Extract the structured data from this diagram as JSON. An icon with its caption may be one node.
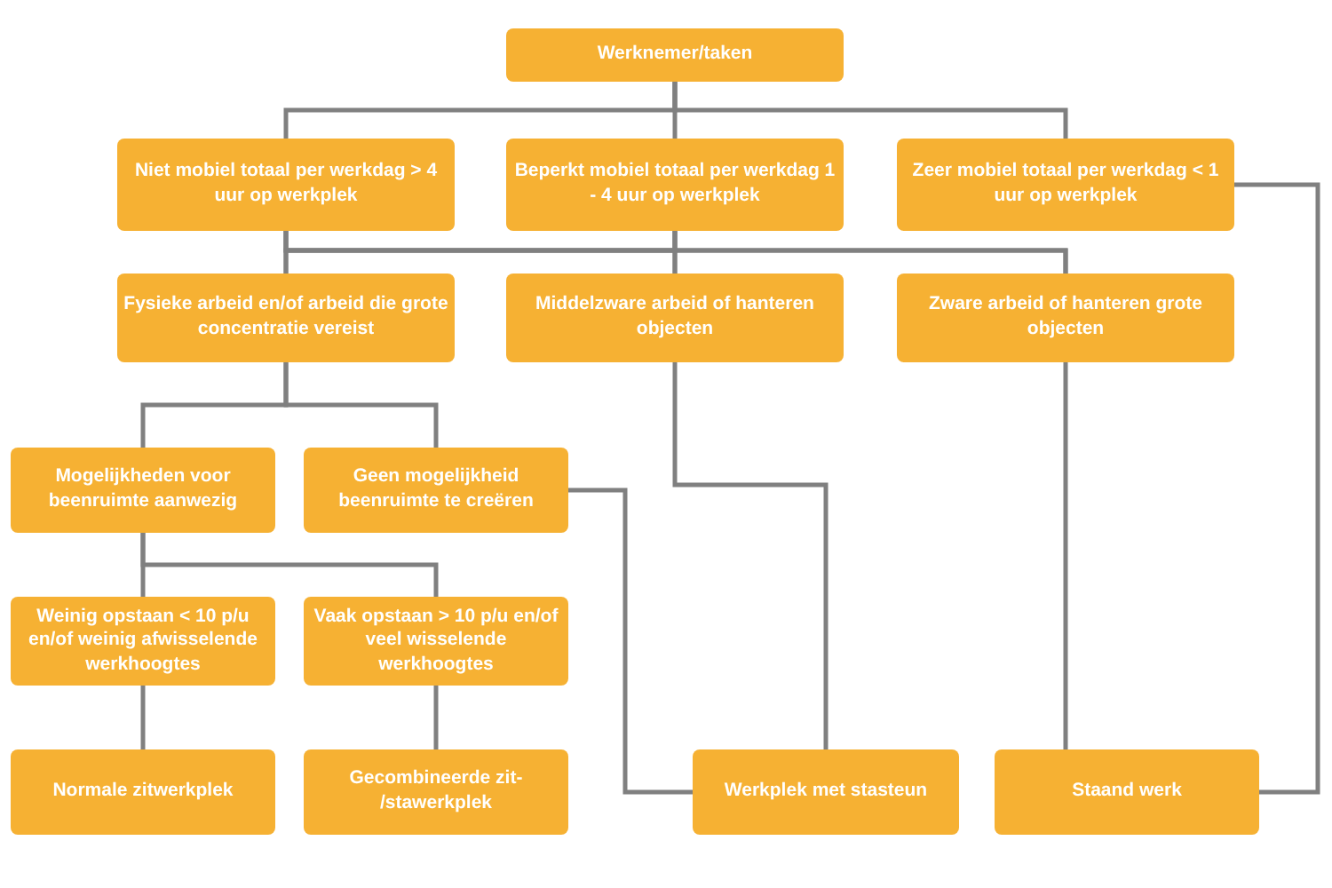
{
  "diagram": {
    "nodes": [
      {
        "text": [
          "Werknemer/taken"
        ]
      },
      {
        "text": [
          "Niet mobiel totaal per werkdag > 4 uur op werkplek"
        ]
      },
      {
        "text": [
          "Beperkt mobiel totaal per werkdag 1 - 4 uur op werkplek"
        ]
      },
      {
        "text": [
          "Zeer mobiel totaal per werkdag < 1 uur op werkplek"
        ]
      },
      {
        "text": [
          "Fysieke arbeid en/of arbeid die grote concentratie vereist"
        ]
      },
      {
        "text": [
          "Middelzware arbeid of hanteren objecten"
        ]
      },
      {
        "text": [
          "Zware arbeid of hanteren grote objecten"
        ]
      },
      {
        "text": [
          "Mogelijkheden voor beenruimte aanwezig"
        ]
      },
      {
        "text": [
          "Geen mogelijkheid beenruimte te creëren"
        ]
      },
      {
        "text": [
          "Weinig opstaan < 10 p/u en/of weinig afwisselende werkhoogtes"
        ]
      },
      {
        "text": [
          "Vaak opstaan > 10 p/u en/of veel wisselende werkhoogtes"
        ]
      },
      {
        "text": [
          "Normale zitwerkplek"
        ]
      },
      {
        "text": [
          "Gecombineerde zit- /stawerkplek"
        ]
      },
      {
        "text": [
          "Werkplek met stasteun"
        ]
      },
      {
        "text": [
          "Staand werk"
        ]
      }
    ],
    "edges": [
      {
        "from": 0,
        "to": 1,
        "arrow": "none"
      },
      {
        "from": 0,
        "to": 2,
        "arrow": "none"
      },
      {
        "from": 0,
        "to": 3,
        "arrow": "none"
      },
      {
        "from": 1,
        "to": 4,
        "arrow": "none"
      },
      {
        "from": 1,
        "to": 5,
        "arrow": "none"
      },
      {
        "from": 1,
        "to": 6,
        "arrow": "none"
      },
      {
        "from": 2,
        "to": 4,
        "arrow": "none"
      },
      {
        "from": 2,
        "to": 5,
        "arrow": "none"
      },
      {
        "from": 2,
        "to": 6,
        "arrow": "none"
      },
      {
        "from": 3,
        "to": 14,
        "arrow": "none"
      },
      {
        "from": 4,
        "to": 7,
        "arrow": "none"
      },
      {
        "from": 4,
        "to": 8,
        "arrow": "none"
      },
      {
        "from": 5,
        "to": 13,
        "arrow": "none"
      },
      {
        "from": 6,
        "to": 14,
        "arrow": "none"
      },
      {
        "from": 7,
        "to": 9,
        "arrow": "none"
      },
      {
        "from": 7,
        "to": 10,
        "arrow": "none"
      },
      {
        "from": 8,
        "to": 13,
        "arrow": "none"
      },
      {
        "from": 9,
        "to": 11,
        "arrow": "none"
      },
      {
        "from": 10,
        "to": 12,
        "arrow": "none"
      }
    ]
  }
}
